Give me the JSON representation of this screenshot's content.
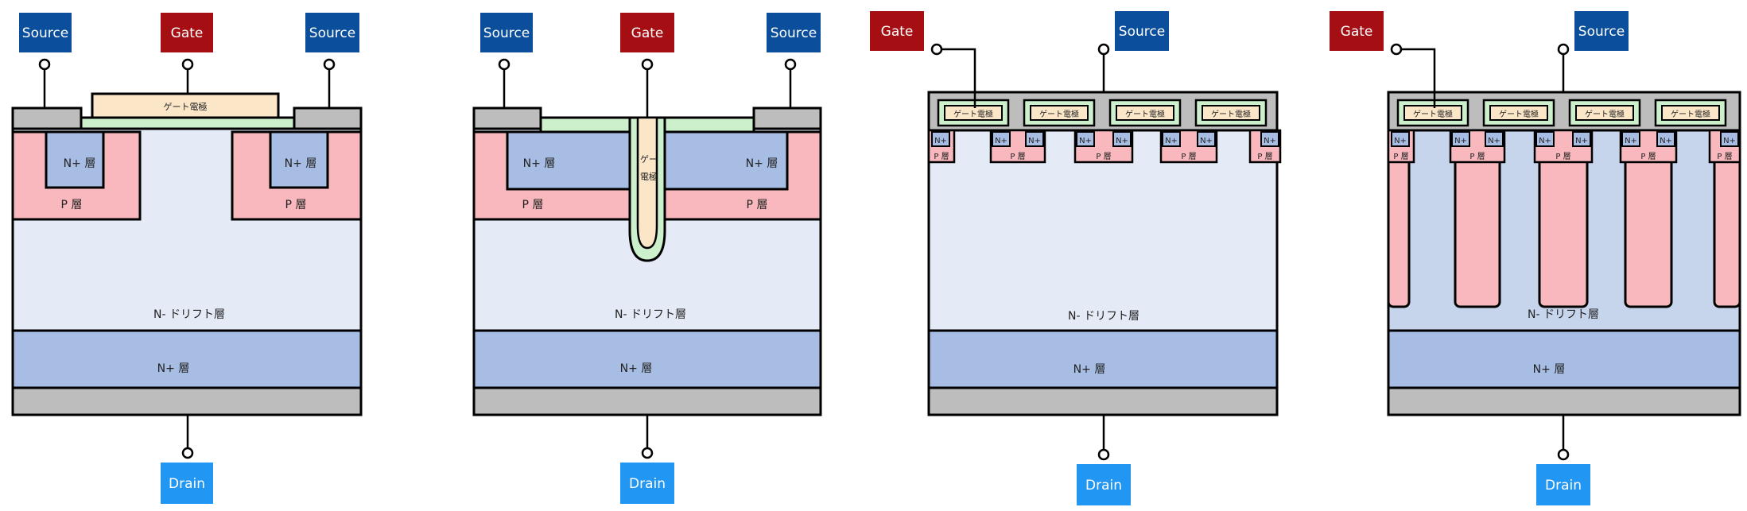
{
  "colors": {
    "source": "#0b4f9c",
    "gate": "#a50f14",
    "drain": "#2196f3",
    "metal": "#bdbdbd",
    "p_layer": "#f8b8bd",
    "n_plus": "#a7bde3",
    "n_drift": "#e4eaf6",
    "n_drift_sj": "#c6d4ec",
    "oxide": "#ccefcc",
    "poly": "#fbe6c8"
  },
  "labels": {
    "source": "Source",
    "gate": "Gate",
    "drain": "Drain",
    "gate_electrode": "ゲート電極",
    "gate_electrode_v1": "ゲー",
    "gate_electrode_v2": "ト",
    "gate_electrode_v3": "電極",
    "n_plus_layer": "N+ 層",
    "p_layer": "P 層",
    "p_layer_small": "P 層",
    "n_plus_small": "N+",
    "n_drift_layer": "N- ドリフト層",
    "n_plus_bottom": "N+ 層"
  }
}
